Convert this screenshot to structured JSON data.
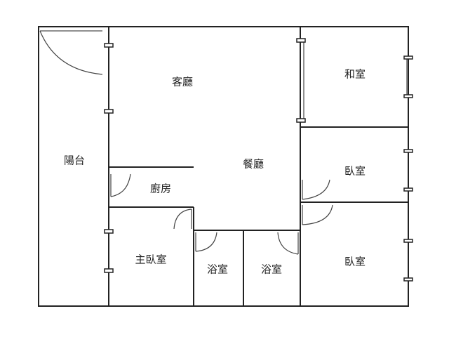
{
  "rooms": {
    "balcony": "陽台",
    "living_room": "客廳",
    "dining_room": "餐廳",
    "kitchen": "廚房",
    "master_bedroom": "主臥室",
    "bathroom_1": "浴室",
    "bathroom_2": "浴室",
    "japanese_room": "和室",
    "bedroom_1": "臥室",
    "bedroom_2": "臥室"
  }
}
